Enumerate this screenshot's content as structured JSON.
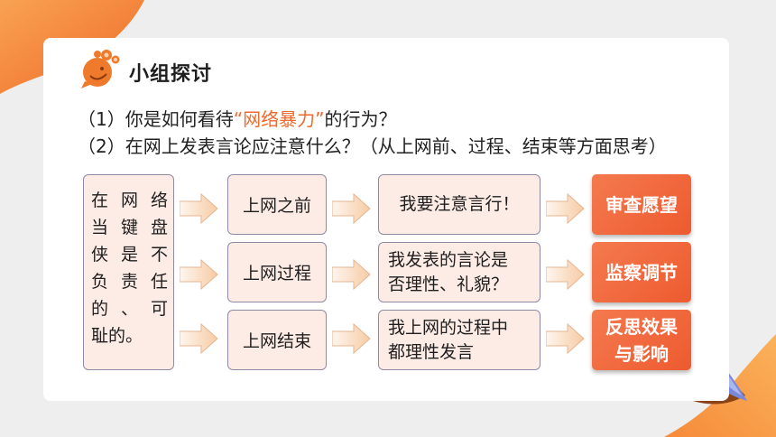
{
  "colors": {
    "accent": "#ef6a2c",
    "box_fill": "#fdece6",
    "box_border": "#8e8aa6",
    "button": "#f26a3c"
  },
  "header": {
    "title": "小组探讨"
  },
  "questions": {
    "q1_prefix": "（1）你是如何看待",
    "q1_highlight": "“网络暴力”",
    "q1_suffix": "的行为？",
    "q2": "（2）在网上发表言论应注意什么？（从上网前、过程、结束等方面思考）"
  },
  "left_box": {
    "rows": [
      [
        "在",
        "网",
        "络"
      ],
      [
        "当",
        "键",
        "盘"
      ],
      [
        "侠",
        "是",
        "不"
      ],
      [
        "负",
        "责",
        "任"
      ],
      [
        "的",
        "、",
        "可"
      ]
    ],
    "last_line": "耻的。"
  },
  "stages": [
    {
      "label": "上网之前",
      "note_lines": [
        "我要注意言行！"
      ],
      "action_lines": [
        "审查愿望"
      ]
    },
    {
      "label": "上网过程",
      "note_lines": [
        "我发表的言论是",
        "否理性、礼貌？"
      ],
      "action_lines": [
        "监察调节"
      ]
    },
    {
      "label": "上网结束",
      "note_lines": [
        "我上网的过程中",
        "都理性发言"
      ],
      "action_lines": [
        "反思效果",
        "与影响"
      ]
    }
  ]
}
